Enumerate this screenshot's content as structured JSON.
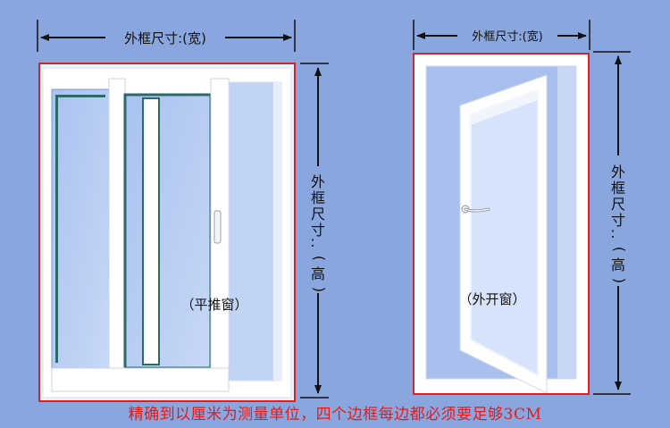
{
  "left_window": {
    "width_label": "外框尺寸:(宽)",
    "height_label": [
      "外",
      "框",
      "尺",
      "寸",
      ":",
      "(",
      "高",
      ")"
    ],
    "type_label": "（平推窗）"
  },
  "right_window": {
    "width_label": "外框尺寸:(宽)",
    "height_label": [
      "外",
      "框",
      "尺",
      "寸",
      ":",
      "(",
      "高",
      ")"
    ],
    "type_label": "（外开窗）"
  },
  "caption": "精确到以厘米为测量单位，四个边框每边都必须要足够3CM",
  "colors": {
    "background": "#8aa6de",
    "frame_outline": "#e02020",
    "window_frame": "#ffffff",
    "glass": "#b9cdf2",
    "caption_text": "#e21b1b"
  }
}
